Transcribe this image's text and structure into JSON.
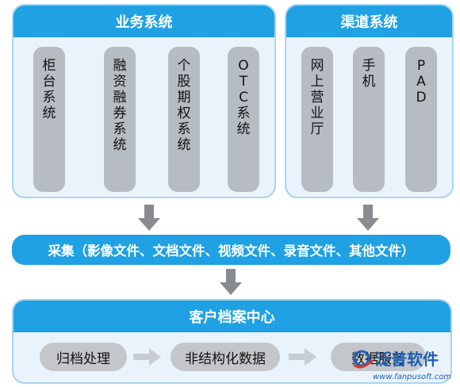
{
  "business": {
    "title": "业务系统",
    "items": [
      "柜台系统",
      "融资融券系统",
      "个股期权系统",
      "OTC系统"
    ]
  },
  "channel": {
    "title": "渠道系统",
    "items": [
      "网上营业厅",
      "手机",
      "PAD"
    ]
  },
  "collection_bar": "采集（影像文件、文档文件、视频文件、录音文件、其他文件）",
  "archive_center": {
    "title": "客户档案中心",
    "steps": [
      "归档处理",
      "非结构化数据",
      "数据服务"
    ]
  },
  "watermark": {
    "brand": "泛普软件",
    "url": "www.fanpusoft.com"
  },
  "colors": {
    "accent": "#1fa1e3",
    "panel_bg": "#eaf3fb",
    "pill_gray": "#b7bcc2",
    "arrow_gray": "#888b8f"
  }
}
